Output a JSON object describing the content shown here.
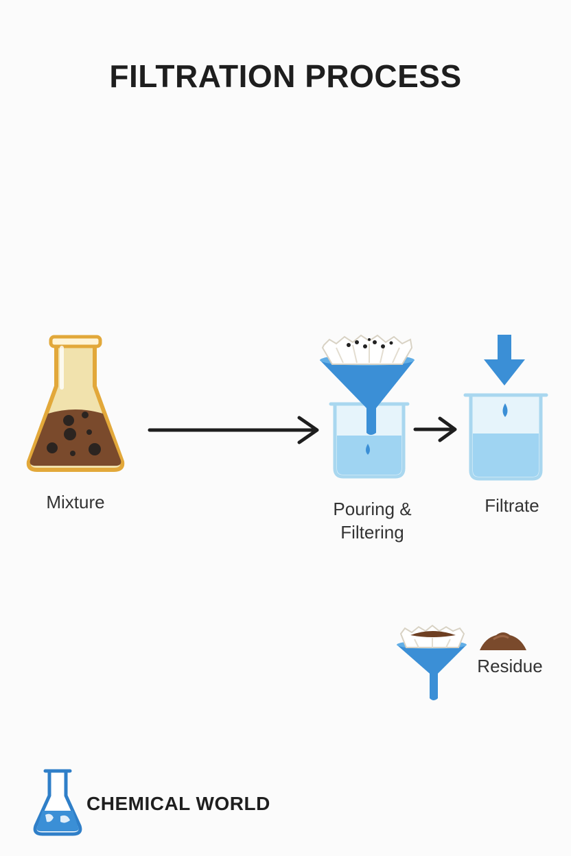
{
  "title": "FILTRATION PROCESS",
  "steps": {
    "mixture": {
      "label": "Mixture",
      "icon": "flask-mixture-icon"
    },
    "pouring": {
      "label_line1": "Pouring &",
      "label_line2": "Filtering",
      "icon": "funnel-beaker-icon"
    },
    "filtrate": {
      "label": "Filtrate",
      "icon": "beaker-filtrate-icon"
    },
    "residue": {
      "label": "Residue",
      "icon": "funnel-residue-icon"
    }
  },
  "brand": {
    "name": "CHEMICAL WORLD",
    "icon": "flask-globe-logo"
  },
  "colors": {
    "funnel_blue": "#3b8fd6",
    "liquid_blue": "#9fd4f2",
    "flask_gold": "#e2a83a",
    "mixture_brown": "#7a4a2c",
    "text_dark": "#1e1e1e"
  }
}
